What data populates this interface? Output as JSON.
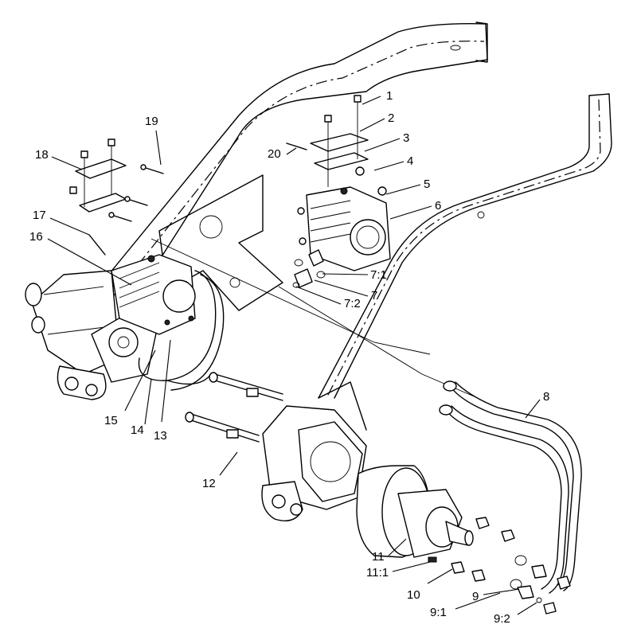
{
  "callouts": [
    {
      "id": "c1",
      "label": "1"
    },
    {
      "id": "c2",
      "label": "2"
    },
    {
      "id": "c3",
      "label": "3"
    },
    {
      "id": "c4",
      "label": "4"
    },
    {
      "id": "c5",
      "label": "5"
    },
    {
      "id": "c6",
      "label": "6"
    },
    {
      "id": "c7_1",
      "label": "7:1"
    },
    {
      "id": "c7",
      "label": "7"
    },
    {
      "id": "c7_2",
      "label": "7:2"
    },
    {
      "id": "c8",
      "label": "8"
    },
    {
      "id": "c9_1",
      "label": "9:1"
    },
    {
      "id": "c9",
      "label": "9"
    },
    {
      "id": "c9_2",
      "label": "9:2"
    },
    {
      "id": "c10",
      "label": "10"
    },
    {
      "id": "c11",
      "label": "11"
    },
    {
      "id": "c11_1",
      "label": "11:1"
    },
    {
      "id": "c12",
      "label": "12"
    },
    {
      "id": "c13",
      "label": "13"
    },
    {
      "id": "c14",
      "label": "14"
    },
    {
      "id": "c15",
      "label": "15"
    },
    {
      "id": "c16",
      "label": "16"
    },
    {
      "id": "c17",
      "label": "17"
    },
    {
      "id": "c18",
      "label": "18"
    },
    {
      "id": "c19",
      "label": "19"
    },
    {
      "id": "c20",
      "label": "20"
    }
  ]
}
